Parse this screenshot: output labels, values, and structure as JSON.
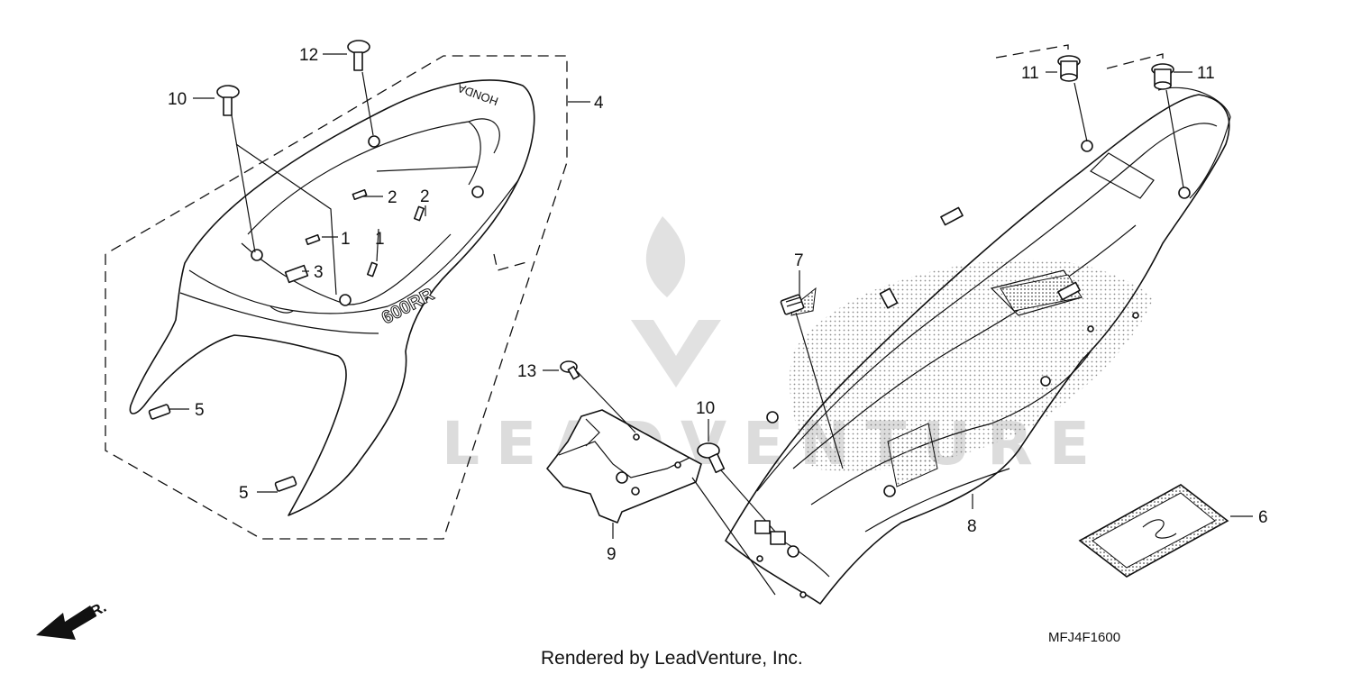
{
  "callouts": {
    "c1a": "1",
    "c1b": "1",
    "c2a": "2",
    "c2b": "2",
    "c3": "3",
    "c4": "4",
    "c5a": "5",
    "c5b": "5",
    "c6": "6",
    "c7": "7",
    "c8": "8",
    "c9": "9",
    "c10a": "10",
    "c10b": "10",
    "c11a": "11",
    "c11b": "11",
    "c12": "12",
    "c13": "13"
  },
  "direction_marker": "FR.",
  "diagram_code": "MFJ4F1600",
  "credit": "Rendered by LeadVenture, Inc.",
  "watermark": "LEADVENTURE",
  "cowl_lettering": "HONDA",
  "cowl_model_text": "600RR"
}
